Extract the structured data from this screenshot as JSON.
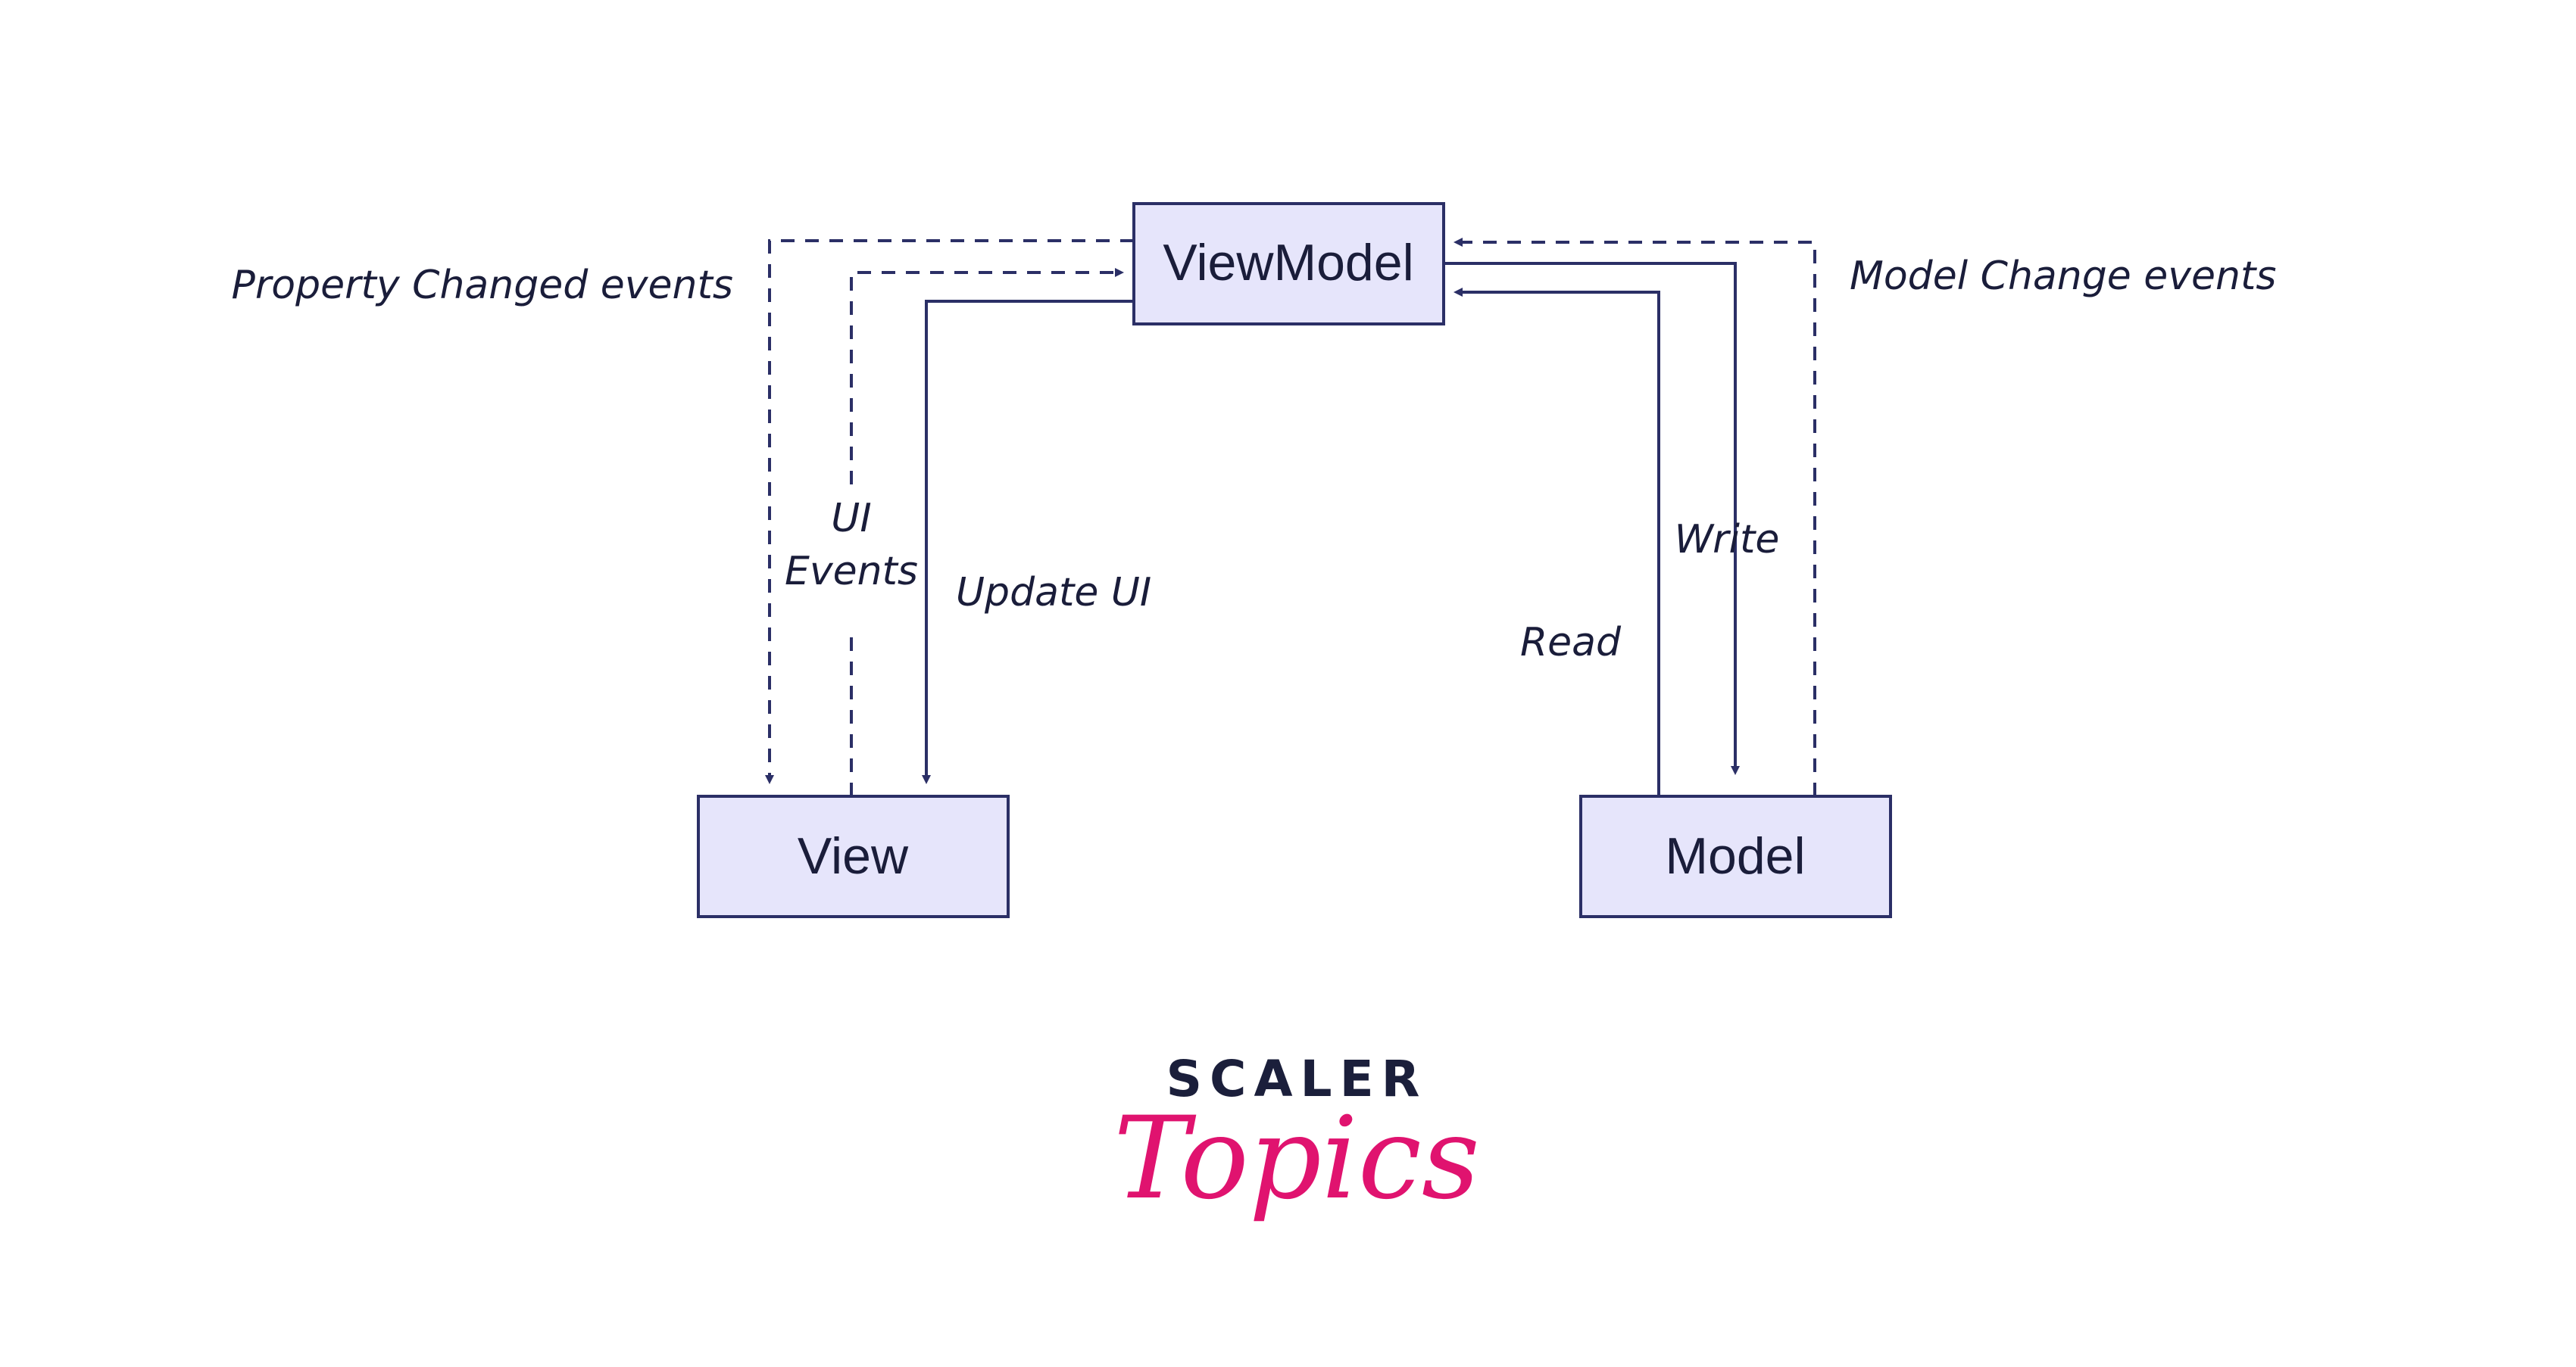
{
  "nodes": {
    "viewmodel": "ViewModel",
    "view": "View",
    "model": "Model"
  },
  "edges": {
    "property_changed": "Property Changed events",
    "ui_events_line1": "UI",
    "ui_events_line2": "Events",
    "update_ui": "Update UI",
    "write": "Write",
    "read": "Read",
    "model_change": "Model Change events"
  },
  "logo": {
    "top": "SCALER",
    "script": "Topics"
  },
  "colors": {
    "box_fill": "#e6e5fb",
    "line": "#2b2f66",
    "logo_dark": "#1b1f3b",
    "logo_pink": "#e0136f"
  }
}
